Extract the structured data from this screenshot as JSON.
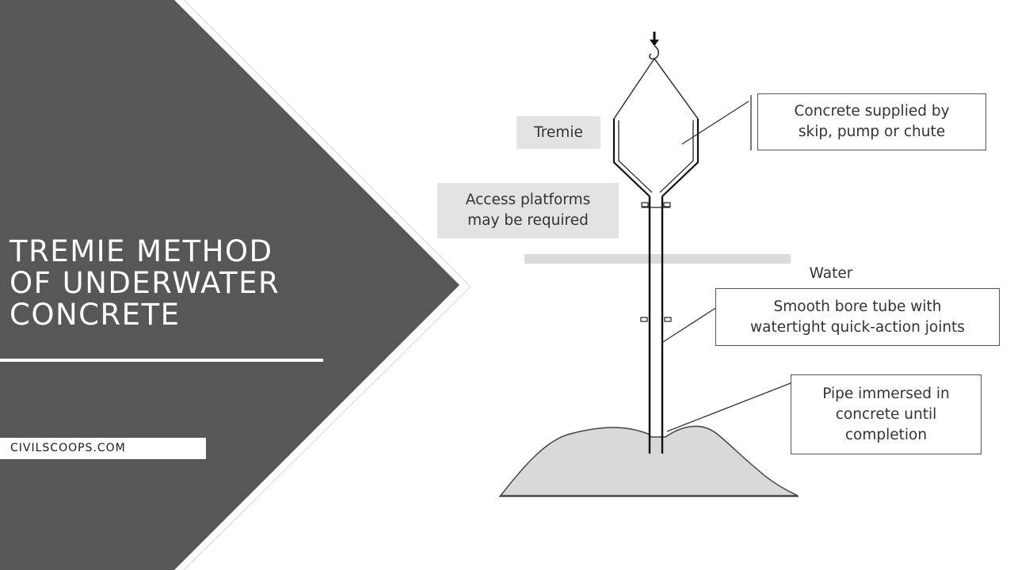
{
  "header": {
    "title_lines": [
      "TREMIE METHOD",
      "OF UNDERWATER",
      "CONCRETE"
    ],
    "site": "CIVILSCOOPS.COM"
  },
  "colors": {
    "panel": "#575757",
    "label_fill": "#e3e3e3",
    "concrete_fill": "#d9d9d9",
    "line": "#222222"
  },
  "diagram": {
    "labels": {
      "tremie": "Tremie",
      "access": [
        "Access platforms",
        "may be required"
      ],
      "water": "Water",
      "supply": [
        "Concrete supplied by",
        "skip, pump or chute"
      ],
      "tube": [
        "Smooth bore tube with",
        "watertight quick-action joints"
      ],
      "pipe": [
        "Pipe immersed in",
        "concrete until",
        "completion"
      ]
    }
  }
}
